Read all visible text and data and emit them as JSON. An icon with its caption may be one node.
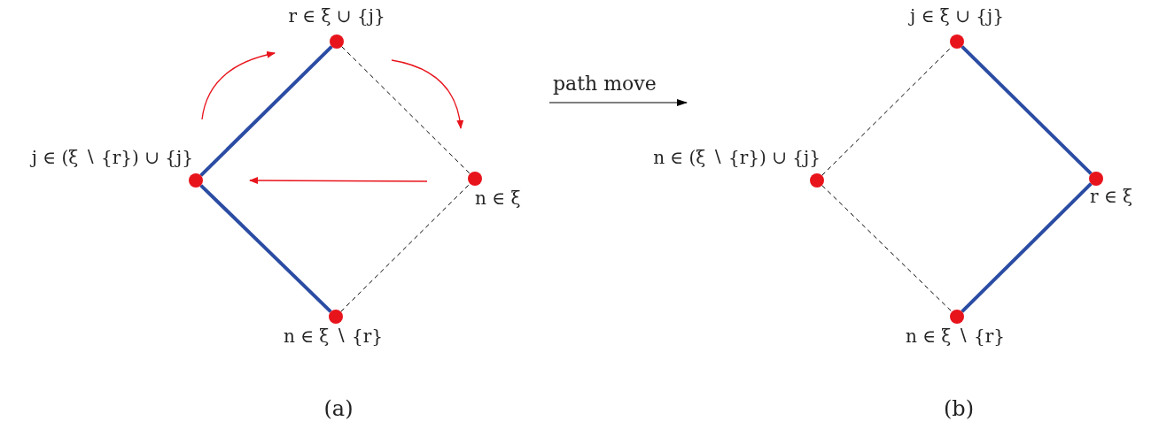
{
  "diagram": {
    "nodes": [
      {
        "text": [],
        "shape": "circle",
        "beside": [
          "r ∈ ξ ∪ {j}"
        ]
      },
      {
        "text": [],
        "shape": "circle",
        "beside": [
          "j ∈ (ξ ∖ {r}) ∪ {j}"
        ]
      },
      {
        "text": [],
        "shape": "circle",
        "beside": [
          "n ∈ ξ"
        ]
      },
      {
        "text": [],
        "shape": "circle",
        "beside": [
          "n ∈ ξ ∖ {r}"
        ]
      },
      {
        "text": [],
        "shape": "circle",
        "beside": [
          "j ∈ ξ ∪ {j}"
        ]
      },
      {
        "text": [],
        "shape": "circle",
        "beside": [
          "n ∈ (ξ ∖ {r}) ∪ {j}"
        ]
      },
      {
        "text": [],
        "shape": "circle",
        "beside": [
          "r ∈ ξ"
        ]
      },
      {
        "text": [],
        "shape": "circle",
        "beside": [
          "n ∈ ξ ∖ {r}"
        ]
      }
    ],
    "edges": [
      {
        "from": 1,
        "to": 0,
        "arrow": "none",
        "style": "thick",
        "color": "#2b4ca3"
      },
      {
        "from": 0,
        "to": 2,
        "arrow": "none",
        "style": "dashed",
        "color": "#000000"
      },
      {
        "from": 1,
        "to": 3,
        "arrow": "none",
        "style": "thick",
        "color": "#2b4ca3"
      },
      {
        "from": 3,
        "to": 2,
        "arrow": "none",
        "style": "dashed",
        "color": "#000000"
      },
      {
        "from": 5,
        "to": 4,
        "arrow": "none",
        "style": "dashed",
        "color": "#000000"
      },
      {
        "from": 4,
        "to": 6,
        "arrow": "none",
        "style": "thick",
        "color": "#2b4ca3"
      },
      {
        "from": 5,
        "to": 7,
        "arrow": "none",
        "style": "dashed",
        "color": "#000000"
      },
      {
        "from": 7,
        "to": 6,
        "arrow": "none",
        "style": "thick",
        "color": "#2b4ca3"
      }
    ],
    "labels": [
      "path move",
      "(a)",
      "(b)"
    ]
  }
}
